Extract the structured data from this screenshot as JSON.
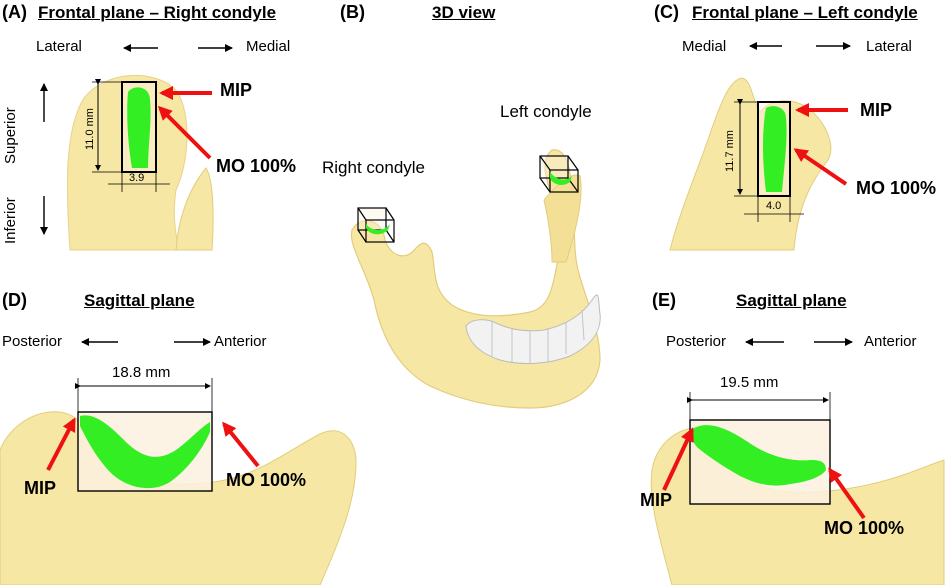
{
  "panels": {
    "a": {
      "label": "(A)",
      "title": "Frontal plane – Right condyle",
      "left_dir": "Lateral",
      "right_dir": "Medial",
      "up_dir": "Superior",
      "down_dir": "Inferior",
      "height_dim": "11.0 mm",
      "width_dim": "3.9",
      "mip": "MIP",
      "mo": "MO 100%"
    },
    "b": {
      "label": "(B)",
      "title": "3D view",
      "left_condyle": "Left condyle",
      "right_condyle": "Right condyle"
    },
    "c": {
      "label": "(C)",
      "title": "Frontal plane – Left condyle",
      "left_dir": "Medial",
      "right_dir": "Lateral",
      "height_dim": "11.7 mm",
      "width_dim": "4.0",
      "mip": "MIP",
      "mo": "MO 100%"
    },
    "d": {
      "label": "(D)",
      "title": "Sagittal plane",
      "left_dir": "Posterior",
      "right_dir": "Anterior",
      "width_dim": "18.8 mm",
      "mip": "MIP",
      "mo": "MO 100%"
    },
    "e": {
      "label": "(E)",
      "title": "Sagittal plane",
      "left_dir": "Posterior",
      "right_dir": "Anterior",
      "width_dim": "19.5 mm",
      "mip": "MIP",
      "mo": "MO 100%"
    }
  },
  "colors": {
    "bone": "#f7e7a4",
    "bone_edge": "#e2cd7c",
    "region": "#33ee22",
    "box_fill": "#fbf1e1",
    "arrow": "#ee1111",
    "teeth": "#f2f2f2"
  }
}
